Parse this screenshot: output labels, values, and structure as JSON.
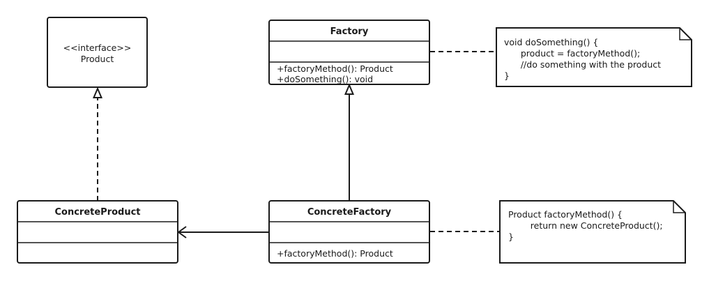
{
  "classes": {
    "product": {
      "stereotype": "<<interface>>",
      "name": "Product"
    },
    "factory": {
      "name": "Factory",
      "methods": [
        "+factoryMethod(): Product",
        "+doSomething(): void"
      ]
    },
    "concrete_product": {
      "name": "ConcreteProduct"
    },
    "concrete_factory": {
      "name": "ConcreteFactory",
      "methods": [
        "+factoryMethod(): Product"
      ]
    }
  },
  "notes": {
    "do_something": {
      "lines": [
        "void doSomething() {",
        "      product = factoryMethod();",
        "      //do something with the product",
        "}"
      ]
    },
    "factory_method": {
      "lines": [
        "Product factoryMethod() {",
        "        return new ConcreteProduct();",
        "}"
      ]
    }
  }
}
